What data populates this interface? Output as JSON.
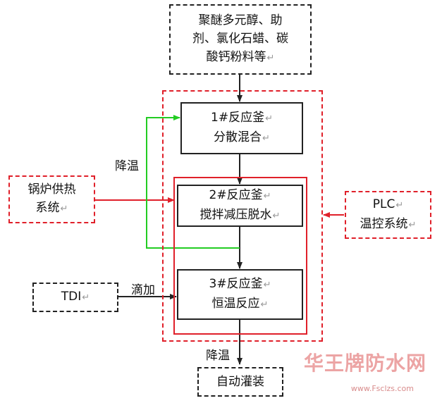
{
  "return_mark": "↵",
  "nodes": {
    "raw_materials": [
      "聚醚多元醇、助",
      "剂、氯化石蜡、碳",
      "酸钙粉料等"
    ],
    "reactor1": [
      "1#反应釜",
      "分散混合"
    ],
    "reactor2": [
      "2#反应釜",
      "搅拌减压脱水"
    ],
    "reactor3": [
      "3#反应釜",
      "恒温反应"
    ],
    "boiler": [
      "锅炉供热",
      "系统"
    ],
    "plc": [
      "PLC",
      "温控系统"
    ],
    "tdi": [
      "TDI"
    ],
    "filling": [
      "自动灌装"
    ]
  },
  "edge_labels": {
    "cooling_loop": "降温",
    "drip_add": "滴加",
    "cooling_out": "降温"
  },
  "watermark": {
    "text": "华王牌防水网",
    "url": "www.Fsclzs.com"
  },
  "colors": {
    "red": "#e0202a",
    "green": "#22cc22",
    "black": "#222222"
  }
}
